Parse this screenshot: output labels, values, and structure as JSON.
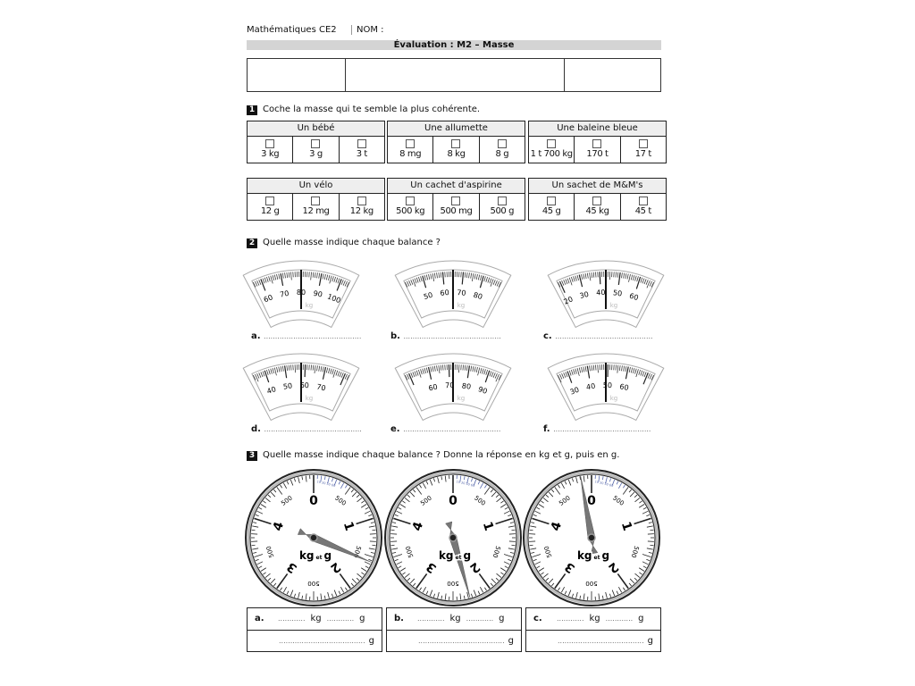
{
  "header": {
    "subject": "Mathématiques CE2",
    "name_label": "NOM :",
    "title": "Évaluation : M2 – Masse"
  },
  "q1": {
    "num": "1",
    "text": "Coche la masse qui te semble la plus cohérente.",
    "items": [
      {
        "title": "Un bébé",
        "options": [
          "3 kg",
          "3 g",
          "3 t"
        ]
      },
      {
        "title": "Une allumette",
        "options": [
          "8 mg",
          "8 kg",
          "8 g"
        ]
      },
      {
        "title": "Une baleine bleue",
        "options": [
          "1 t 700 kg",
          "170 t",
          "17 t"
        ]
      },
      {
        "title": "Un vélo",
        "options": [
          "12 g",
          "12 mg",
          "12 kg"
        ]
      },
      {
        "title": "Un cachet d'aspirine",
        "options": [
          "500 kg",
          "500 mg",
          "500 g"
        ]
      },
      {
        "title": "Un sachet de M&M's",
        "options": [
          "45 g",
          "45 kg",
          "45 t"
        ]
      }
    ]
  },
  "q2": {
    "num": "2",
    "text": "Quelle masse indique chaque balance ?",
    "unit": "kg",
    "dots": "...........................................",
    "scales": [
      {
        "letter": "a.",
        "value_kg": 80,
        "labels": [
          60,
          70,
          80,
          90,
          100
        ]
      },
      {
        "letter": "b.",
        "value_kg": 65,
        "labels": [
          50,
          60,
          70,
          80
        ]
      },
      {
        "letter": "c.",
        "value_kg": 43,
        "labels": [
          20,
          30,
          40,
          50,
          60
        ]
      },
      {
        "letter": "d.",
        "value_kg": 58,
        "labels": [
          40,
          50,
          60,
          70
        ]
      },
      {
        "letter": "e.",
        "value_kg": 72,
        "labels": [
          60,
          70,
          80,
          90
        ]
      },
      {
        "letter": "f.",
        "value_kg": 49,
        "labels": [
          30,
          40,
          50,
          60
        ]
      }
    ]
  },
  "q3": {
    "num": "3",
    "text": "Quelle masse indique chaque balance ? Donne la réponse en kg et g, puis en g.",
    "dial": {
      "unit_kg": "kg",
      "unit_et": "et",
      "unit_g": "g",
      "major": [
        "0",
        "1",
        "2",
        "3",
        "4"
      ],
      "half": "500",
      "small": "10 20 50 60"
    },
    "dials": [
      {
        "letter": "a.",
        "needle_kg": 1.57
      },
      {
        "letter": "b.",
        "needle_kg": 2.28
      },
      {
        "letter": "c.",
        "needle_kg": 4.86
      }
    ],
    "answer": {
      "dots_short": "............",
      "dots_long": "......................................",
      "kg": "kg",
      "g": "g"
    }
  },
  "colors": {
    "ink": "#111111",
    "scale_grey": "#bbbbbb",
    "needle": "#777777",
    "blue": "#5566aa"
  }
}
